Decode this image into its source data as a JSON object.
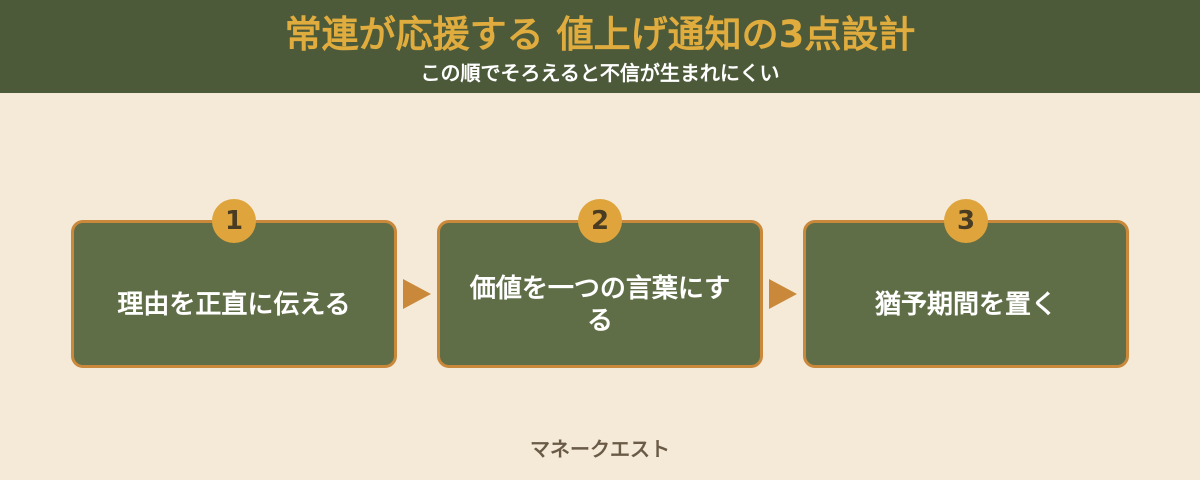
{
  "header": {
    "title": "常連が応援する 値上げ通知の3点設計",
    "subtitle": "この順でそろえると不信が生まれにくい"
  },
  "steps": [
    {
      "number": "1",
      "label": "理由を正直に伝える"
    },
    {
      "number": "2",
      "label": "価値を一つの言葉にする"
    },
    {
      "number": "3",
      "label": "猶予期間を置く"
    }
  ],
  "footer": {
    "brand": "マネークエスト"
  },
  "colors": {
    "header_bg": "#4c5a3a",
    "title": "#e0ac3e",
    "background": "#f5ead8",
    "card_bg": "#5f6e47",
    "card_border": "#c9883a",
    "badge": "#dfa53c",
    "arrow": "#c9883a"
  }
}
